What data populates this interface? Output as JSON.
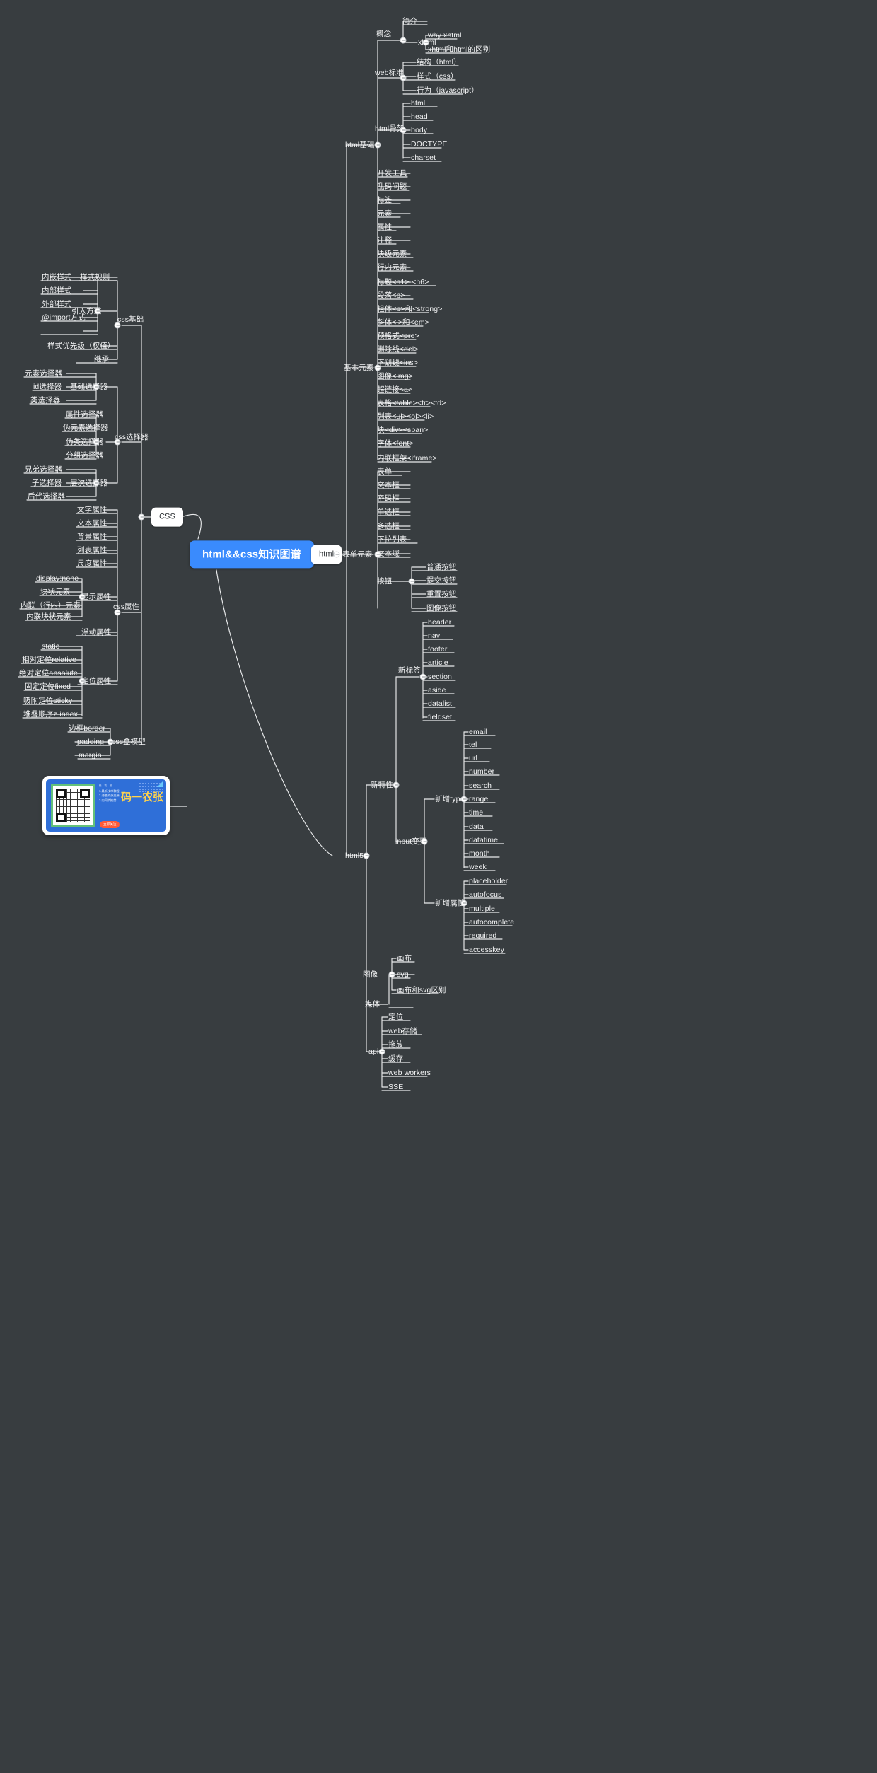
{
  "canvas": {
    "background": "#383d40",
    "line_color": "#e9ebec",
    "text_color": "#f2f3f4",
    "root_color": "#3a8bfd",
    "chip_color": "#ffffff"
  },
  "root": {
    "label": "html&&css知识图谱"
  },
  "chips": {
    "html": "html",
    "css": "CSS"
  },
  "html_branch": {
    "html基础": {
      "label": "html基础",
      "概念": {
        "label": "概念",
        "简介": "简介",
        "xhtml": {
          "label": "xhtml",
          "children": [
            "why xhtml",
            "xhtml和html的区别"
          ]
        }
      },
      "web标准": {
        "label": "web标准",
        "children": [
          "结构（html）",
          "样式（css）",
          "行为（javascript）"
        ]
      },
      "html骨架": {
        "label": "html骨架",
        "children": [
          "html",
          "head",
          "body",
          "DOCTYPE",
          "charset"
        ]
      },
      "leaves": [
        "开发工具",
        "乱码问题",
        "标签",
        "元素",
        "属性",
        "注释",
        "块级元素",
        "行内元素"
      ]
    },
    "基本元素": {
      "label": "基本元素",
      "children": [
        "标题<h1>-<h6>",
        "段落<p>",
        "粗体<b>和<strong>",
        "斜体<i>和<em>",
        "预格式<pre>",
        "删除线<del>",
        "下划线<ins>",
        "图像<img>",
        "超链接<a>",
        "表格<table><tr><td>",
        "列表<ul><ol><li>",
        "块<div><span>",
        "字体<font>",
        "内联框架<iframe>"
      ]
    },
    "表单元素": {
      "label": "表单元素",
      "children": [
        "表单",
        "文本框",
        "密码框",
        "单选框",
        "多选框",
        "下拉列表",
        "文本域"
      ],
      "按钮": {
        "label": "按钮",
        "children": [
          "普通按钮",
          "提交按钮",
          "重置按钮",
          "图像按钮"
        ]
      }
    },
    "html5": {
      "label": "html5",
      "新特性": {
        "label": "新特性",
        "新标签": {
          "label": "新标签",
          "children": [
            "header",
            "nav",
            "footer",
            "article",
            "section",
            "aside",
            "datalist",
            "fieldset"
          ]
        },
        "input变更": {
          "label": "input变更",
          "新增type": {
            "label": "新增type",
            "children": [
              "email",
              "tel",
              "url",
              "number",
              "search",
              "range",
              "time",
              "data",
              "datatime",
              "month",
              "week"
            ]
          },
          "新增属性": {
            "label": "新增属性",
            "children": [
              "placeholder",
              "autofocus",
              "multiple",
              "autocomplete",
              "required",
              "accesskey"
            ]
          }
        }
      },
      "媒体": {
        "label": "媒体",
        "图像": {
          "label": "图像",
          "children": [
            "画布",
            "svg",
            "画布和svg区别"
          ]
        }
      },
      "api": {
        "label": "api",
        "children": [
          "定位",
          "web存储",
          "拖放",
          "缓存",
          "web workers",
          "SSE"
        ]
      }
    }
  },
  "css_branch": {
    "css基础": {
      "label": "css基础",
      "样式规则": "样式规则",
      "引入方式": {
        "label": "引入方式",
        "children": [
          "内嵌样式",
          "内部样式",
          "外部样式",
          "@import方式"
        ]
      },
      "样式优先级（权值）": "样式优先级（权值）",
      "继承": "继承"
    },
    "css选择器": {
      "label": "css选择器",
      "基础选择器": {
        "label": "基础选择器",
        "children": [
          "元素选择器",
          "id选择器",
          "类选择器"
        ]
      },
      "伪类选择器组": {
        "label": "伪类选择器",
        "children": [
          "属性选择器",
          "伪元素选择器",
          "分组选择器"
        ]
      },
      "层次选择器": {
        "label": "层次选择器",
        "children": [
          "兄弟选择器",
          "子选择器",
          "后代选择器"
        ]
      }
    },
    "css属性": {
      "label": "css属性",
      "leaves_top": [
        "文字属性",
        "文本属性",
        "背景属性",
        "列表属性",
        "尺度属性"
      ],
      "显示属性": {
        "label": "显示属性",
        "children": [
          "display:none",
          "块状元素",
          "内联（行内）元素",
          "内联块状元素"
        ]
      },
      "浮动属性": "浮动属性",
      "定位属性": {
        "label": "定位属性",
        "children": [
          "static",
          "相对定位relative",
          "绝对定位absolute",
          "固定定位fixed",
          "吸附定位sticky",
          "堆叠顺序z-index"
        ]
      }
    },
    "css盒模型": {
      "label": "css盒模型",
      "children": [
        "边框border",
        "padding",
        "margin"
      ]
    }
  },
  "promo_card": {
    "sub": "码 农 张",
    "lines": [
      "1.最新技术教程",
      "2.海量资源资源",
      "3.内同步推劳"
    ],
    "big": "码一农张",
    "button": "立即关注"
  }
}
